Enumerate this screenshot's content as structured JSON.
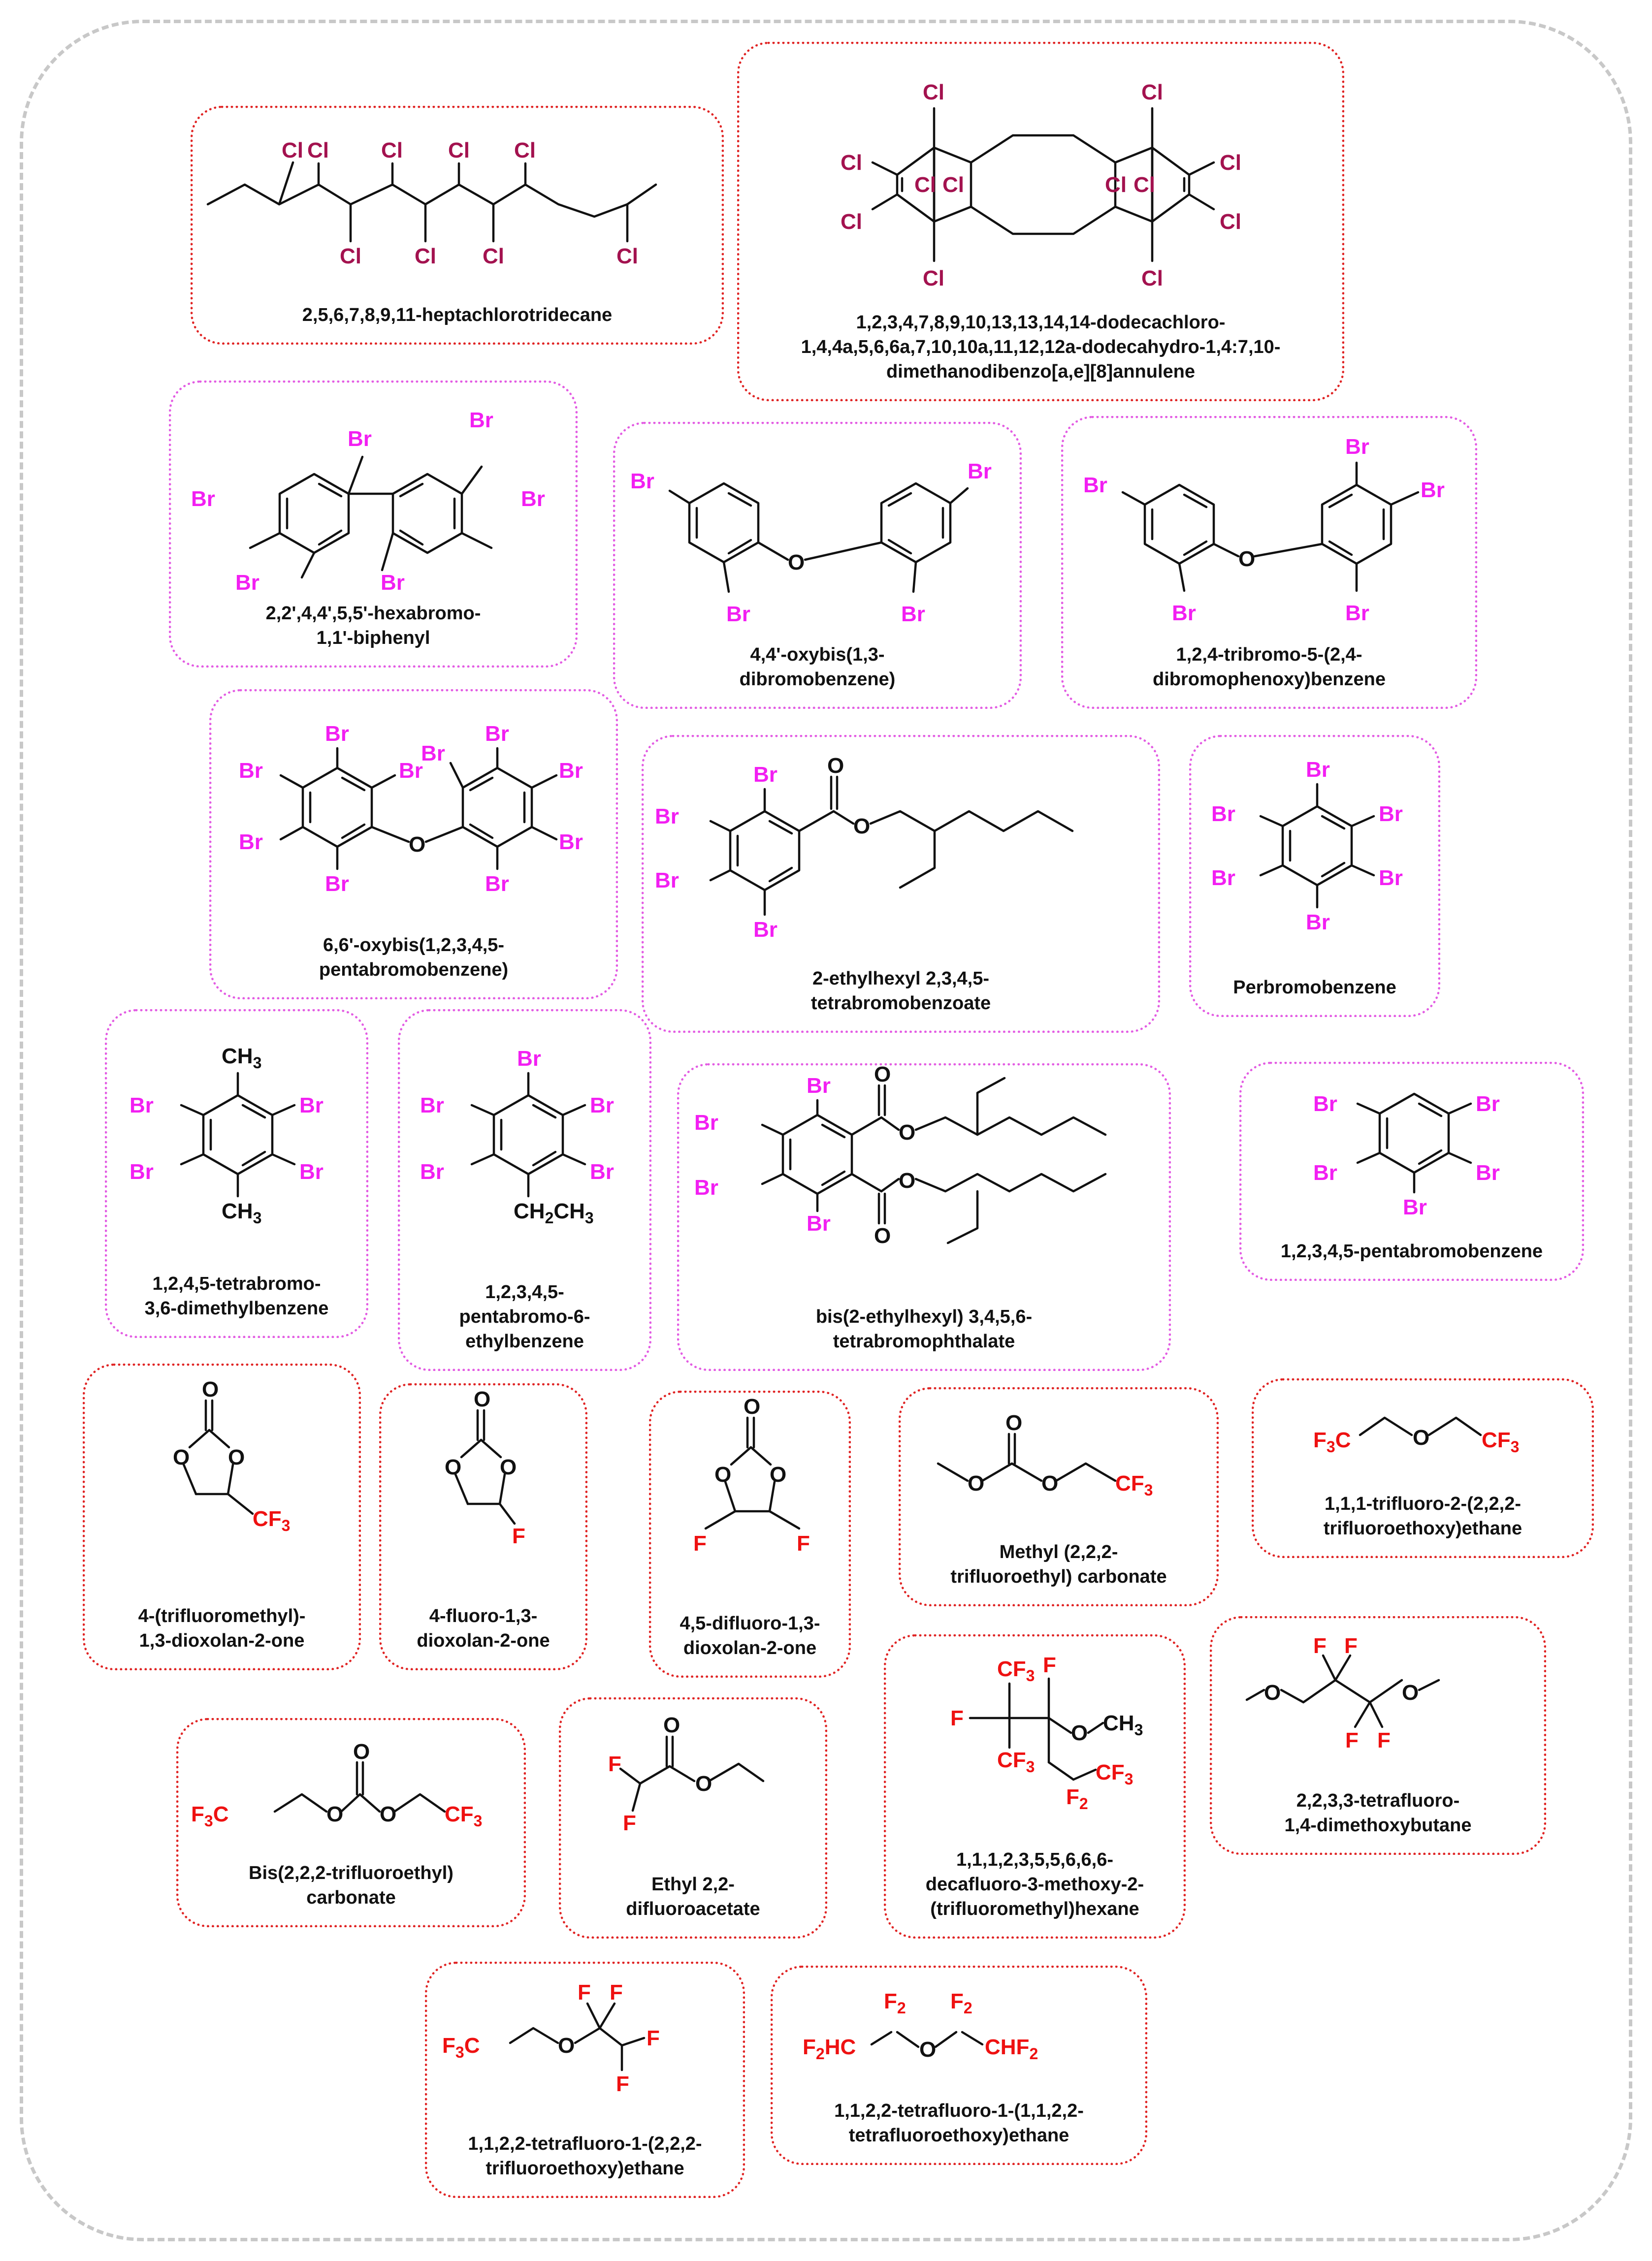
{
  "colors": {
    "chlorine": "#a3124f",
    "bromine": "#f21ff2",
    "fluorine": "#ee1111",
    "red_border": "#e02424",
    "pink_border": "#e35ce3",
    "outer_border": "#c8c8c8"
  },
  "atoms": {
    "cl": "Cl",
    "br": "Br",
    "f": "F",
    "o": "O",
    "ch3": "CH",
    "ch3_sub": "3",
    "ch2ch3_a": "CH",
    "ch2ch3_b": "CH",
    "sub2": "2",
    "sub3": "3",
    "cf3": "CF",
    "f3c": "F",
    "f3c_c": "C",
    "f2": "F",
    "f2hc": "F",
    "hc": "HC",
    "chf2": "CHF"
  },
  "compounds": [
    {
      "id": "c1",
      "group": "chloro",
      "name": "2,5,6,7,8,9,11-heptachlorotridecane"
    },
    {
      "id": "c2",
      "group": "chloro",
      "name": "1,2,3,4,7,8,9,10,13,13,14,14-dodecachloro-\n1,4,4a,5,6,6a,7,10,10a,11,12,12a-dodecahydro-1,4:7,10-\ndimethanodibenzo[a,e][8]annulene"
    },
    {
      "id": "c3",
      "group": "bromo",
      "name": "2,2',4,4',5,5'-hexabromo-\n1,1'-biphenyl"
    },
    {
      "id": "c4",
      "group": "bromo",
      "name": "4,4'-oxybis(1,3-\ndibromobenzene)"
    },
    {
      "id": "c5",
      "group": "bromo",
      "name": "1,2,4-tribromo-5-(2,4-\ndibromophenoxy)benzene"
    },
    {
      "id": "c6",
      "group": "bromo",
      "name": "6,6'-oxybis(1,2,3,4,5-\npentabromobenzene)"
    },
    {
      "id": "c7",
      "group": "bromo",
      "name": "2-ethylhexyl 2,3,4,5-\ntetrabromobenzoate"
    },
    {
      "id": "c8",
      "group": "bromo",
      "name": "Perbromobenzene"
    },
    {
      "id": "c9",
      "group": "bromo",
      "name": "1,2,4,5-tetrabromo-\n3,6-dimethylbenzene"
    },
    {
      "id": "c10",
      "group": "bromo",
      "name": "1,2,3,4,5-\npentabromo-6-\nethylbenzene"
    },
    {
      "id": "c11",
      "group": "bromo",
      "name": "bis(2-ethylhexyl) 3,4,5,6-\ntetrabromophthalate"
    },
    {
      "id": "c12",
      "group": "bromo",
      "name": "1,2,3,4,5-pentabromobenzene"
    },
    {
      "id": "c13",
      "group": "fluoro",
      "name": "4-(trifluoromethyl)-\n1,3-dioxolan-2-one"
    },
    {
      "id": "c14",
      "group": "fluoro",
      "name": "4-fluoro-1,3-\ndioxolan-2-one"
    },
    {
      "id": "c15",
      "group": "fluoro",
      "name": "4,5-difluoro-1,3-\ndioxolan-2-one"
    },
    {
      "id": "c16",
      "group": "fluoro",
      "name": "Methyl (2,2,2-\ntrifluoroethyl) carbonate"
    },
    {
      "id": "c17",
      "group": "fluoro",
      "name": "1,1,1-trifluoro-2-(2,2,2-\ntrifluoroethoxy)ethane"
    },
    {
      "id": "c18",
      "group": "fluoro",
      "name": "Bis(2,2,2-trifluoroethyl)\ncarbonate"
    },
    {
      "id": "c19",
      "group": "fluoro",
      "name": "Ethyl 2,2-\ndifluoroacetate"
    },
    {
      "id": "c20",
      "group": "fluoro",
      "name": "1,1,1,2,3,5,5,6,6,6-\ndecafluoro-3-methoxy-2-\n(trifluoromethyl)hexane"
    },
    {
      "id": "c21",
      "group": "fluoro",
      "name": "2,2,3,3-tetrafluoro-\n1,4-dimethoxybutane"
    },
    {
      "id": "c22",
      "group": "fluoro",
      "name": "1,1,2,2-tetrafluoro-1-(2,2,2-\ntrifluoroethoxy)ethane"
    },
    {
      "id": "c23",
      "group": "fluoro",
      "name": "1,1,2,2-tetrafluoro-1-(1,1,2,2-\ntetrafluoroethoxy)ethane"
    }
  ]
}
